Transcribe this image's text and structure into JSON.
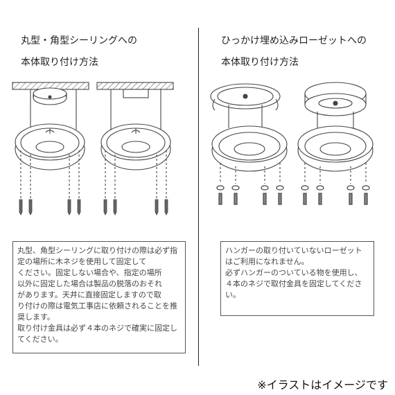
{
  "left": {
    "title": [
      "丸型・角型シーリングへの",
      "本体取り付け方法"
    ],
    "note": [
      "丸型、角型シーリングに取り付けの際は必ず指定の場所に木ネジを使用して固定して",
      "ください。固定しない場合や、指定の場所",
      "以外に固定した場合は製品の脱落のおそれ",
      "があります。天井に直接固定しますので取",
      "り付けの際は電気工事店に依頼されることを推奨します。",
      "取り付け金具は必ず４本のネジで確実に固定してください。"
    ]
  },
  "right": {
    "title": [
      "ひっかけ埋め込みローゼットへの",
      "本体取り付け方法"
    ],
    "note": [
      "ハンガーの取り付いていないローゼットはご利用になれません。",
      "必ずハンガーのついている物を使用し、４本のネジで取付金具を固定してください。"
    ]
  },
  "footer": "※イラストはイメージです",
  "colors": {
    "line": "#444444",
    "text": "#222222"
  }
}
